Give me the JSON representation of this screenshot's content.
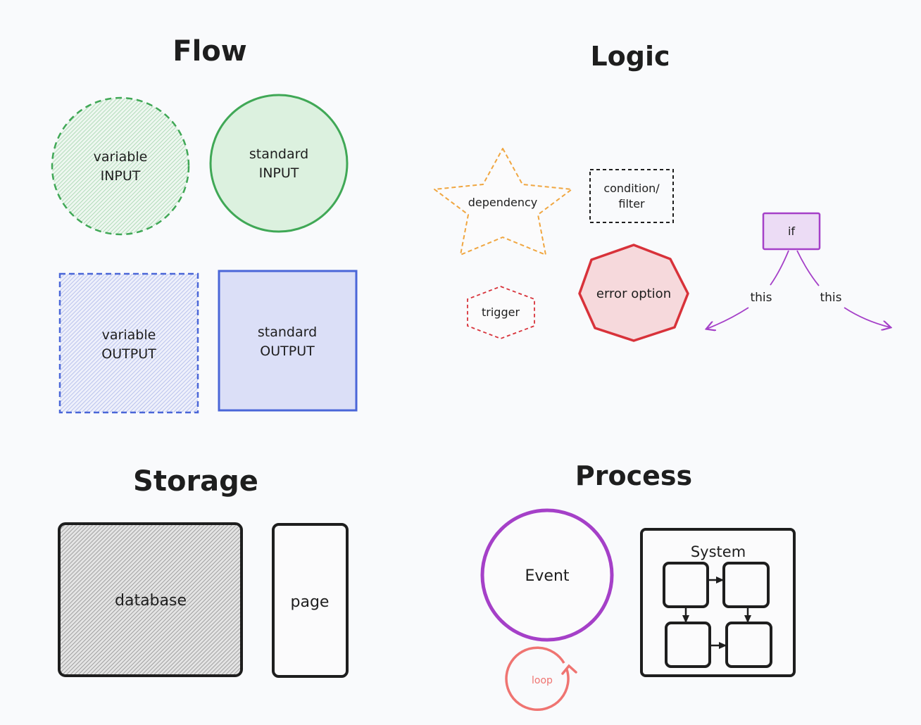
{
  "sections": {
    "flow": "Flow",
    "logic": "Logic",
    "storage": "Storage",
    "process": "Process"
  },
  "flow": {
    "variable_input": [
      "variable",
      "INPUT"
    ],
    "standard_input": [
      "standard",
      "INPUT"
    ],
    "variable_output": [
      "variable",
      "OUTPUT"
    ],
    "standard_output": [
      "standard",
      "OUTPUT"
    ]
  },
  "logic": {
    "dependency": "dependency",
    "condition_filter": [
      "condition/",
      "filter"
    ],
    "trigger": "trigger",
    "error_option": "error option",
    "if": "if",
    "branch_left": "this",
    "branch_right": "this"
  },
  "storage": {
    "database": "database",
    "page": "page"
  },
  "process": {
    "event": "Event",
    "loop": "loop",
    "system": "System"
  },
  "colors": {
    "green": "#40a856",
    "green_fill": "#dcf1df",
    "blue": "#4a66d8",
    "blue_fill": "#dbdff7",
    "orange": "#f0a640",
    "red": "#d8323a",
    "red_fill": "#f6d9dc",
    "purple": "#a540c8",
    "purple_fill": "#ecdcf5",
    "coral": "#ef7471",
    "ink": "#1e1e1e",
    "background": "#f9fafc"
  }
}
